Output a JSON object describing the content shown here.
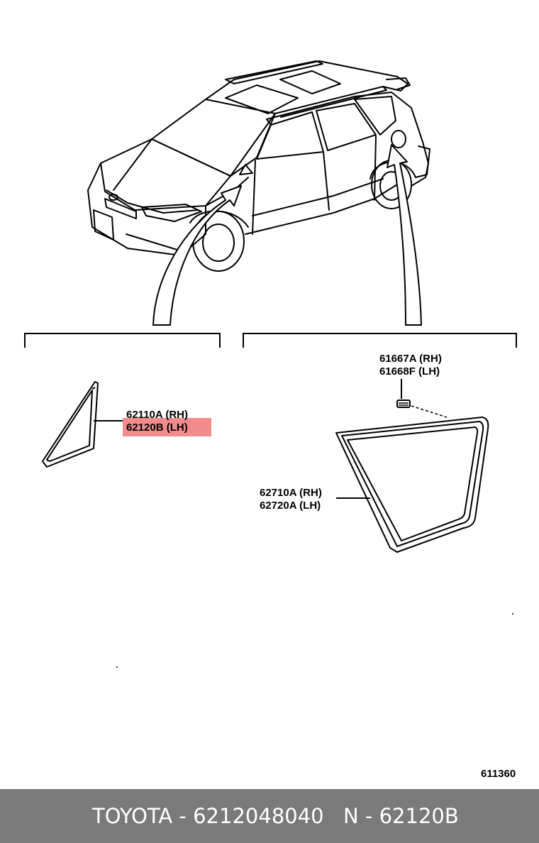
{
  "parts": {
    "front_seal": {
      "rh": "62110A (RH)",
      "lh": "62120B (LH)"
    },
    "clip": {
      "rh": "61667A (RH)",
      "lh": "61668F (LH)"
    },
    "rear_seal": {
      "rh": "62710A (RH)",
      "lh": "62720A (LH)"
    }
  },
  "illustration_code": "611360",
  "highlight_color": "#f28b8b",
  "footer": {
    "brand_part": "TOYOTA - 6212048040",
    "ref": "N - 62120B"
  }
}
